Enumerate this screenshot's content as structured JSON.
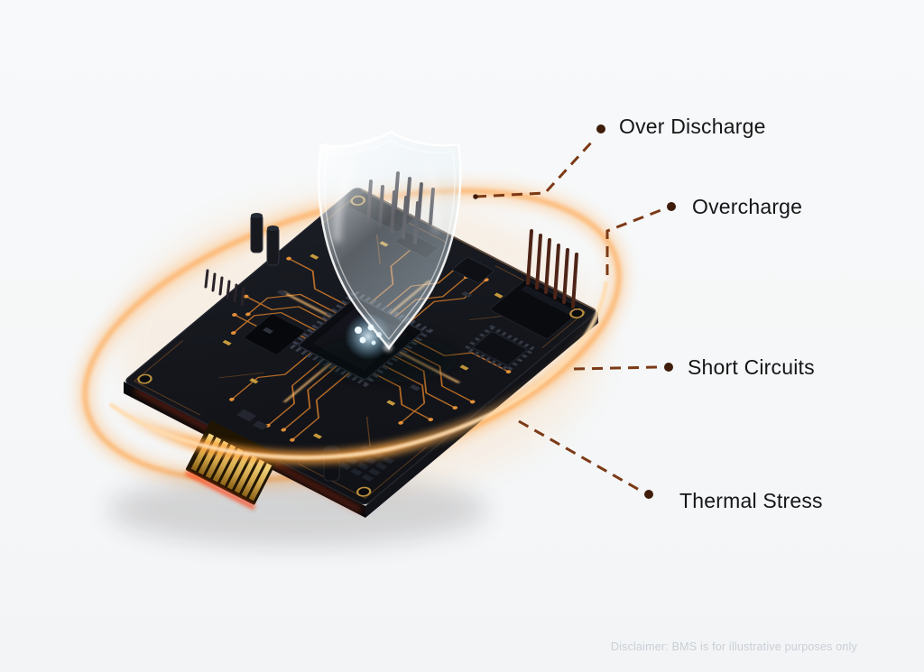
{
  "callouts": [
    {
      "id": "over-discharge",
      "label": "Over Discharge"
    },
    {
      "id": "overcharge",
      "label": "Overcharge"
    },
    {
      "id": "short-circuits",
      "label": "Short Circuits"
    },
    {
      "id": "thermal-stress",
      "label": "Thermal Stress"
    }
  ],
  "disclaimer": "Disclaimer: BMS is for illustrative purposes only",
  "illustration_icons": {
    "shield": "shield-icon",
    "glow_ring": "glow-ring",
    "circuit_board": "circuit-board-illustration"
  },
  "colors": {
    "background": "#f5f7f8",
    "label_text": "#161616",
    "leader_line": "#7c3a16",
    "leader_dot": "#3f1d0a",
    "ring_orange": "#ff9d36",
    "board_dark": "#14161c",
    "trace_orange": "#ef8a2c",
    "chip_glow_blue": "#bfe6ff",
    "connector_gold": "#d2a64a",
    "disclaimer_text": "#c9cfd5"
  }
}
